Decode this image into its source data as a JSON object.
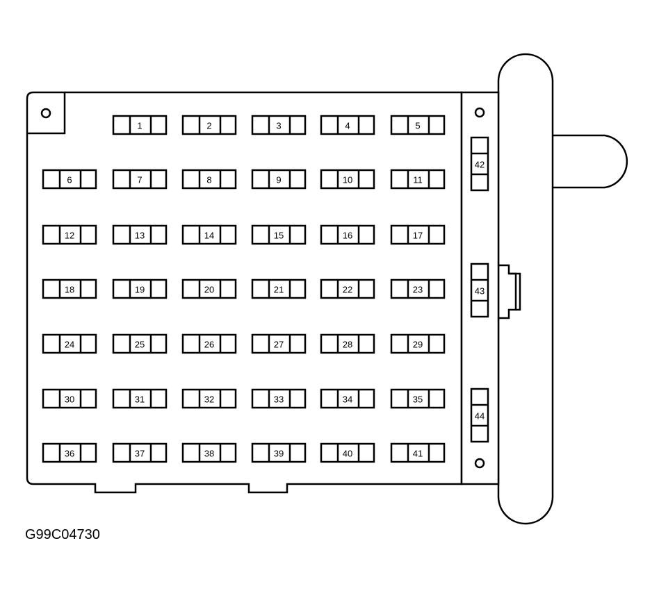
{
  "figure_code": "G99C04730",
  "fuses": [
    "1",
    "2",
    "3",
    "4",
    "5",
    "6",
    "7",
    "8",
    "9",
    "10",
    "11",
    "12",
    "13",
    "14",
    "15",
    "16",
    "17",
    "18",
    "19",
    "20",
    "21",
    "22",
    "23",
    "24",
    "25",
    "26",
    "27",
    "28",
    "29",
    "30",
    "31",
    "32",
    "33",
    "34",
    "35",
    "36",
    "37",
    "38",
    "39",
    "40",
    "41",
    "42",
    "43",
    "44"
  ],
  "colors": {
    "stroke": "#000000",
    "background": "#ffffff"
  }
}
